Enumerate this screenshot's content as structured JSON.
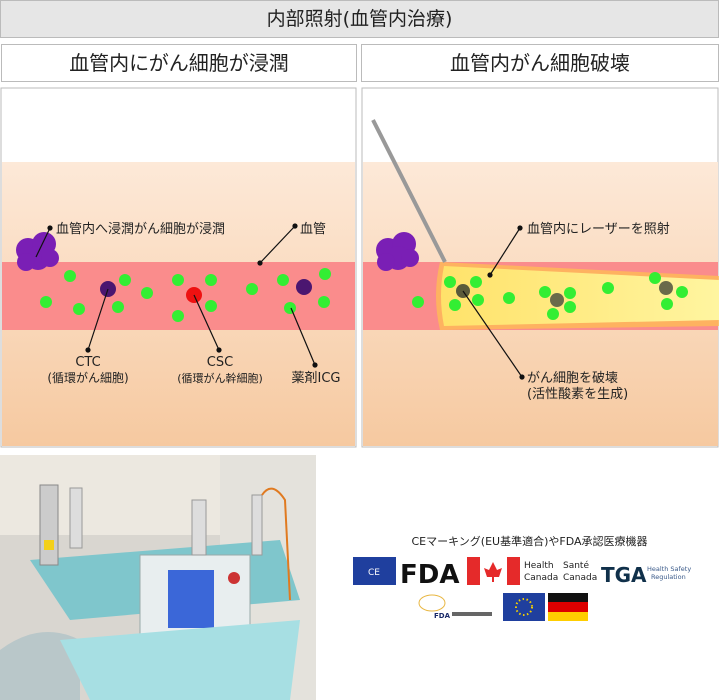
{
  "title": "内部照射(血管内治療)",
  "left_panel": {
    "header": "血管内にがん細胞が浸潤",
    "labels": {
      "invasion": "血管内へ浸潤がん細胞が浸潤",
      "vessel": "血管",
      "ctc": "CTC",
      "ctc_sub": "(循環がん細胞)",
      "csc": "CSC",
      "csc_sub": "(循環がん幹細胞)",
      "icg": "薬剤ICG"
    }
  },
  "right_panel": {
    "header": "血管内がん細胞破壊",
    "labels": {
      "laser": "血管内にレーザーを照射",
      "destroy": "がん細胞を破壊",
      "destroy_sub": "(活性酸素を生成)"
    }
  },
  "certifications": {
    "caption": "CEマーキング(EU基準適合)やFDA承認医療機器",
    "logos": [
      "CE",
      "FDA",
      "Health Canada Santé Canada",
      "TGA Health Safety Regulation",
      "Taiwan FDA",
      "EU flag",
      "Germany flag"
    ],
    "health_canada": [
      "Health",
      "Canada",
      "Santé",
      "Canada"
    ],
    "tga": "TGA",
    "tga_sub": [
      "Health Safety",
      "Regulation"
    ],
    "fda": "FDA"
  },
  "colors": {
    "vessel": "#fa8c8c",
    "icg": "#33ee33",
    "ctc": "#4b1670",
    "csc": "#ee1111",
    "tumor": "#7a1fb5",
    "laser": "#fff27a"
  }
}
